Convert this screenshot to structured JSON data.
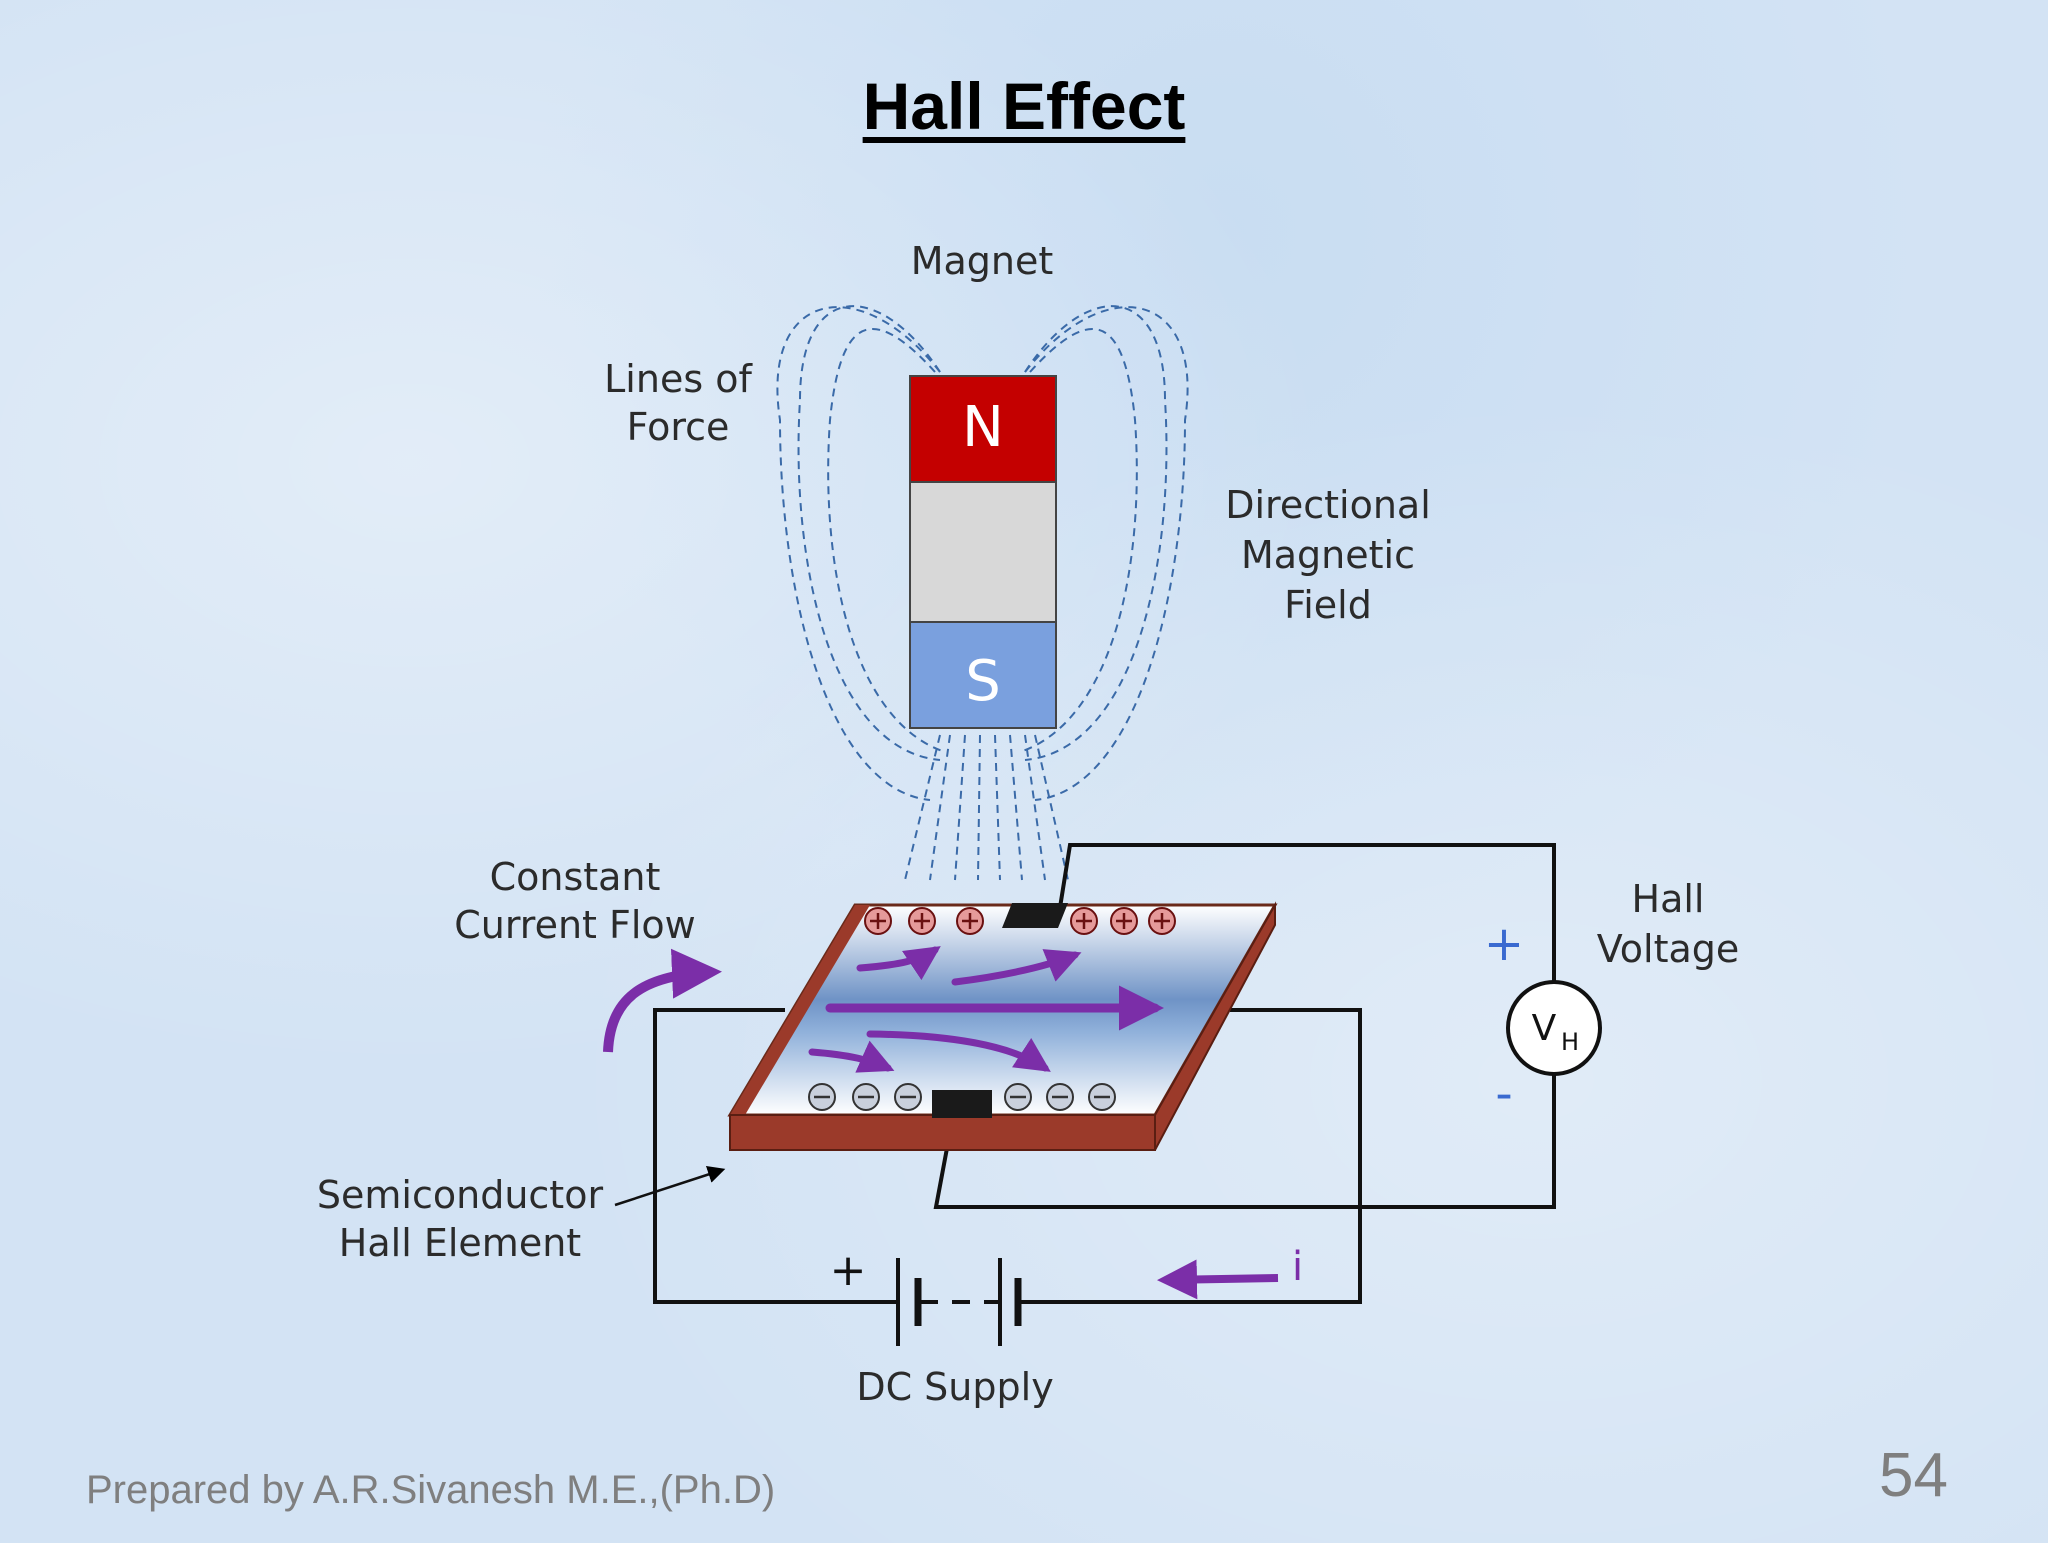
{
  "slide": {
    "title": "Hall Effect",
    "footer": "Prepared by A.R.Sivanesh M.E.,(Ph.D)",
    "page_number": "54"
  },
  "diagram": {
    "labels": {
      "magnet": "Magnet",
      "lines_of_force_1": "Lines of",
      "lines_of_force_2": "Force",
      "directional_1": "Directional",
      "directional_2": "Magnetic",
      "directional_3": "Field",
      "constant_1": "Constant",
      "constant_2": "Current Flow",
      "hall_voltage_1": "Hall",
      "hall_voltage_2": "Voltage",
      "semiconductor_1": "Semiconductor",
      "semiconductor_2": "Hall Element",
      "dc_supply": "DC Supply",
      "north": "N",
      "south": "S",
      "vh_main": "V",
      "vh_sub": "H",
      "plus_hall": "+",
      "minus_hall": "-",
      "plus_battery": "+",
      "current_i": "i"
    },
    "colors": {
      "north_pole": "#c40000",
      "magnet_body": "#d8d8d8",
      "south_pole": "#7aa0de",
      "field_lines": "#3a6aa8",
      "current_arrow": "#7b2ea8",
      "plate_edge": "#9b3a2a",
      "sign_blue": "#3a6ad0"
    }
  }
}
